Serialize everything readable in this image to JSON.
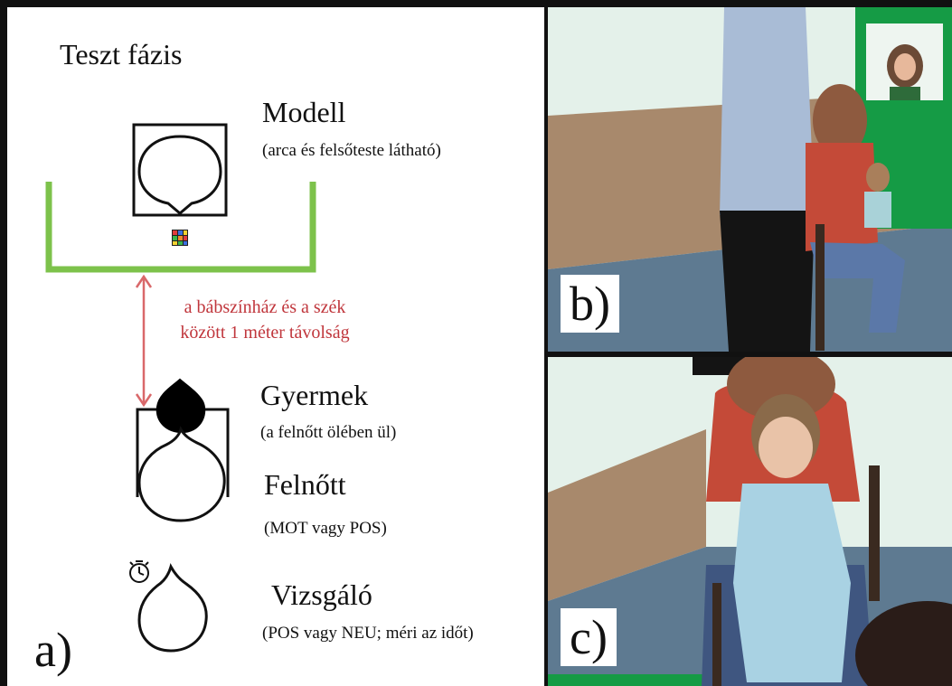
{
  "panel_a": {
    "phase_title": "Teszt fázis",
    "model_label": "Modell",
    "model_desc": "(arca és felsőteste látható)",
    "distance_note_line1": "a bábszínház és a szék",
    "distance_note_line2": "között 1 méter távolság",
    "child_label": "Gyermek",
    "child_desc": "(a felnőtt ölében ül)",
    "adult_label": "Felnőtt",
    "adult_desc": "(MOT vagy POS)",
    "examiner_label": "Vizsgáló",
    "examiner_desc": "(POS vagy NEU; méri az időt)",
    "panel_letter": "a)"
  },
  "panel_b": {
    "panel_letter": "b)"
  },
  "panel_c": {
    "panel_letter": "c)"
  },
  "colors": {
    "stage_green": "#7dc24b",
    "arrow_red": "#d9686a",
    "wall_brown": "#a8896c",
    "floor_blue": "#5e7a91",
    "booth_green": "#159b45"
  },
  "icons": [
    "rubiks-cube-icon",
    "stopwatch-icon"
  ]
}
